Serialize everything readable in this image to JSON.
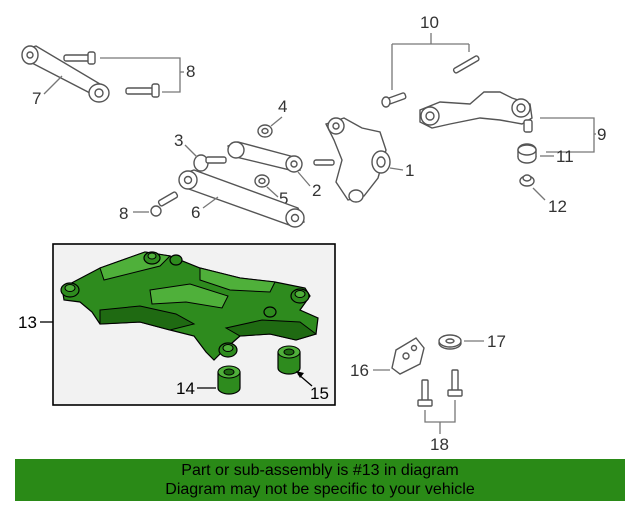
{
  "callouts": {
    "c1": "1",
    "c2": "2",
    "c3": "3",
    "c4": "4",
    "c5": "5",
    "c6": "6",
    "c7": "7",
    "c8a": "8",
    "c8b": "8",
    "c9": "9",
    "c10": "10",
    "c11": "11",
    "c12": "12",
    "c13": "13",
    "c14": "14",
    "c15": "15",
    "c16": "16",
    "c17": "17",
    "c18": "18"
  },
  "notice": {
    "line1": "Part or sub-assembly is #13 in diagram",
    "line2": "Diagram may not be specific to your vehicle"
  },
  "colors": {
    "highlight": "#2e8b1e",
    "banner": "#2a8a17"
  }
}
